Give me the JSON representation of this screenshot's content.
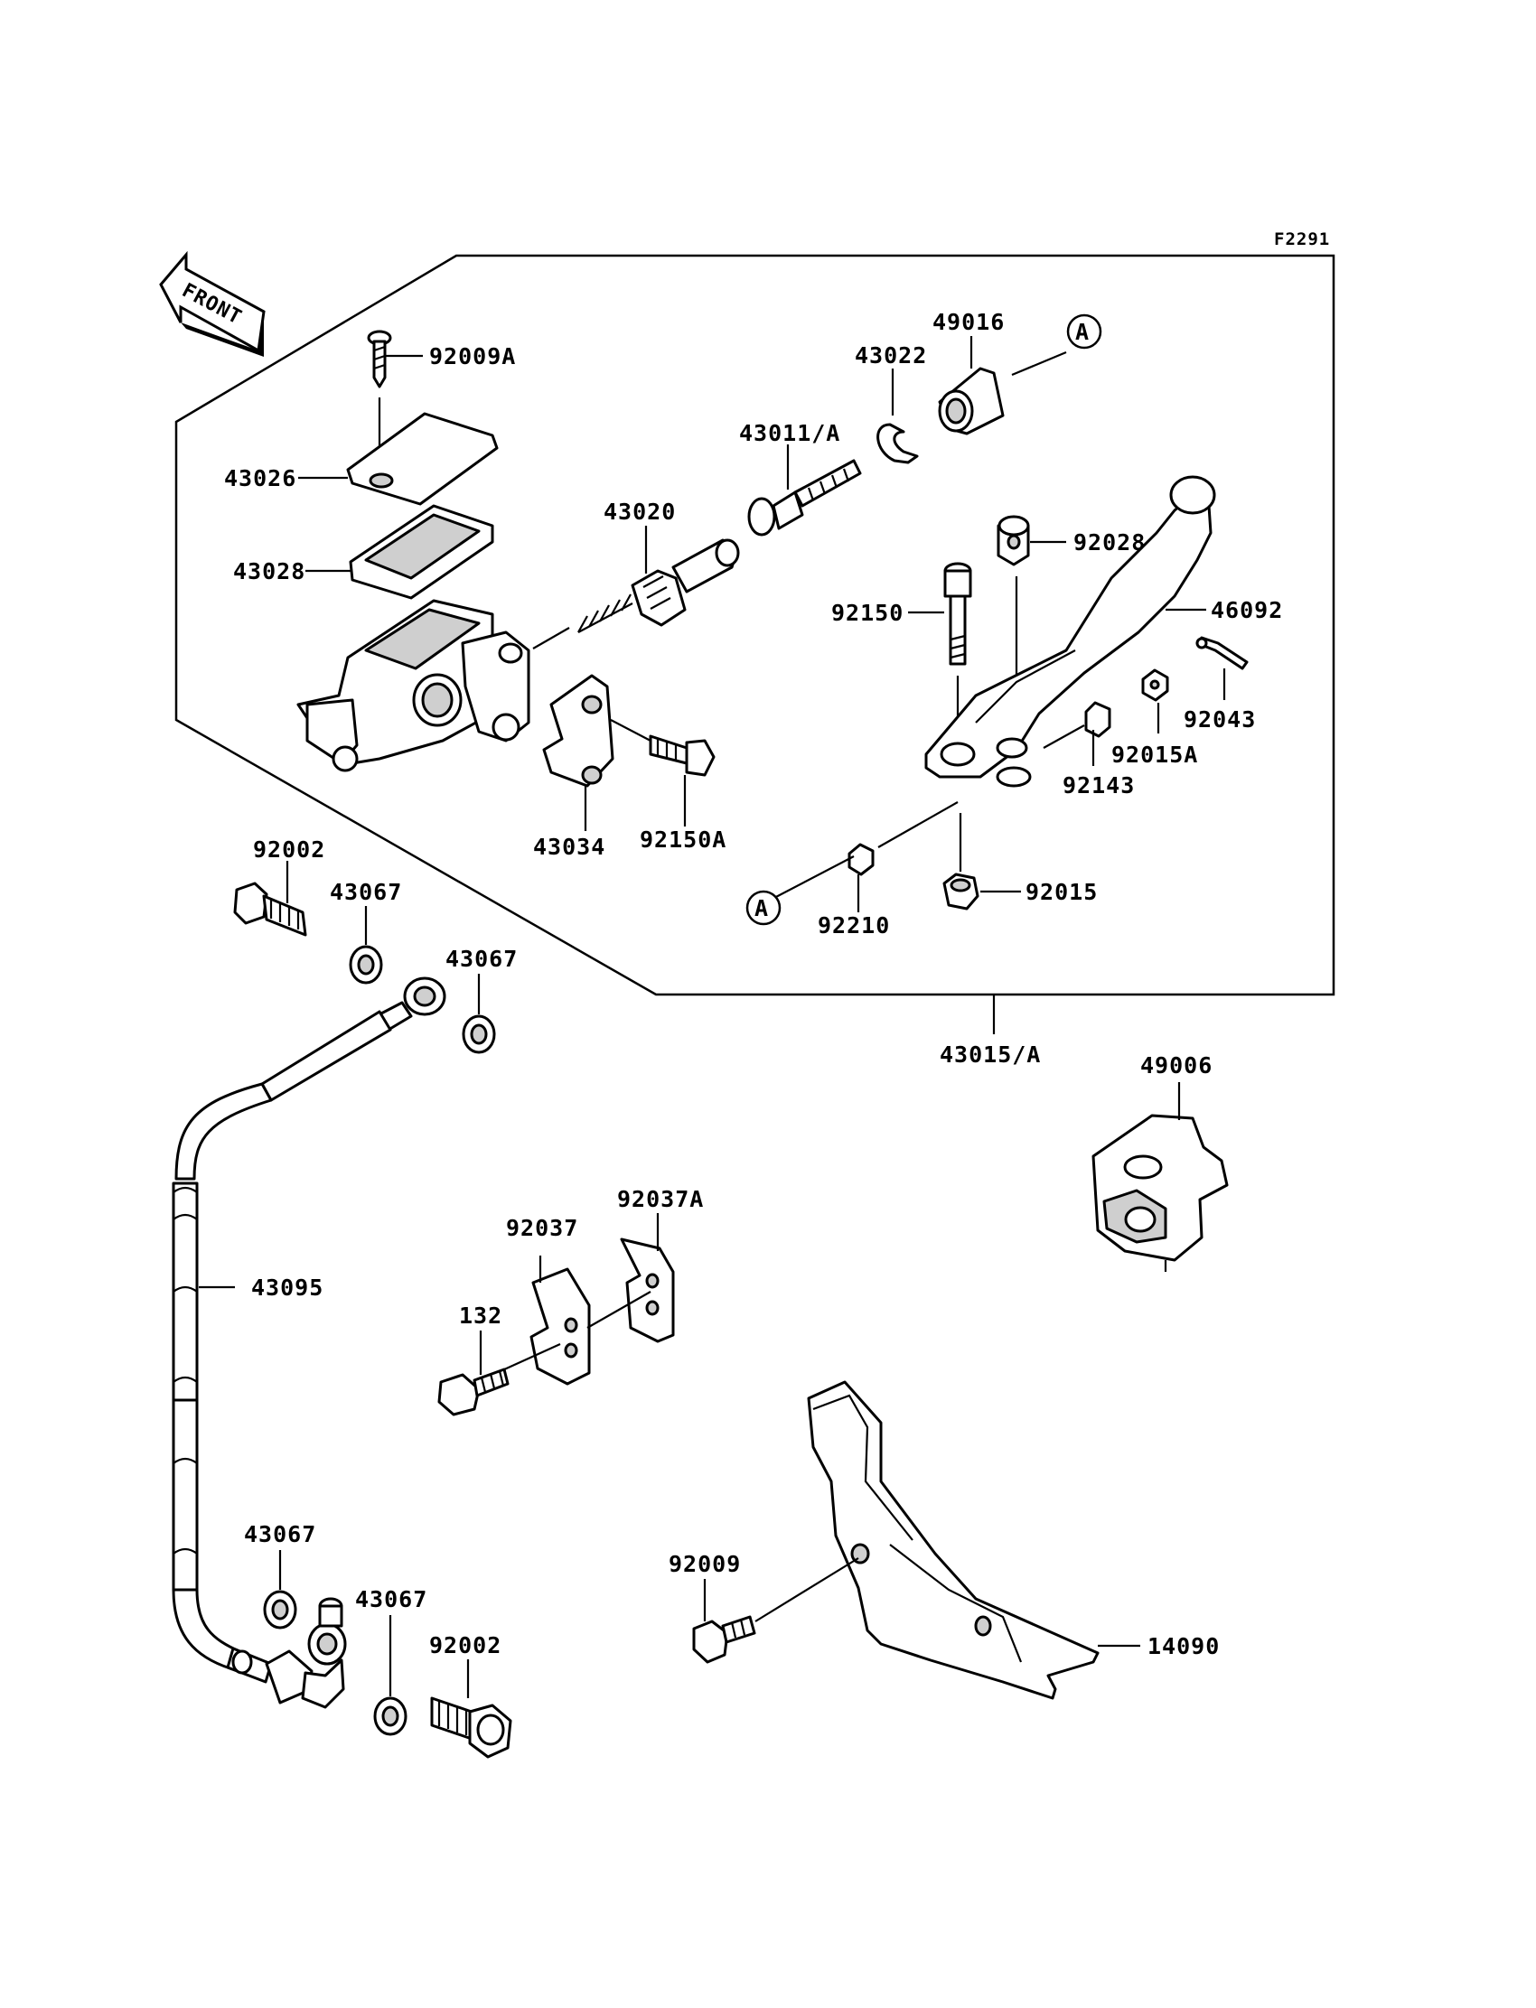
{
  "figure_id": "F2291",
  "front_label": "FRONT",
  "ref_marker": "A",
  "labels": {
    "p92009A": "92009A",
    "p43026": "43026",
    "p43028": "43028",
    "p43020": "43020",
    "p43011A": "43011/A",
    "p43022": "43022",
    "p49016": "49016",
    "p92028": "92028",
    "p92150": "92150",
    "p46092": "46092",
    "p92043": "92043",
    "p92015A": "92015A",
    "p92143": "92143",
    "p43034": "43034",
    "p92150A": "92150A",
    "p92015": "92015",
    "p92210": "92210",
    "p43015A": "43015/A",
    "p92002a": "92002",
    "p43067a": "43067",
    "p43067b": "43067",
    "p49006": "49006",
    "p92037A": "92037A",
    "p92037": "92037",
    "p132": "132",
    "p43095": "43095",
    "p43067c": "43067",
    "p43067d": "43067",
    "p92002b": "92002",
    "p92009": "92009",
    "p14090": "14090"
  }
}
